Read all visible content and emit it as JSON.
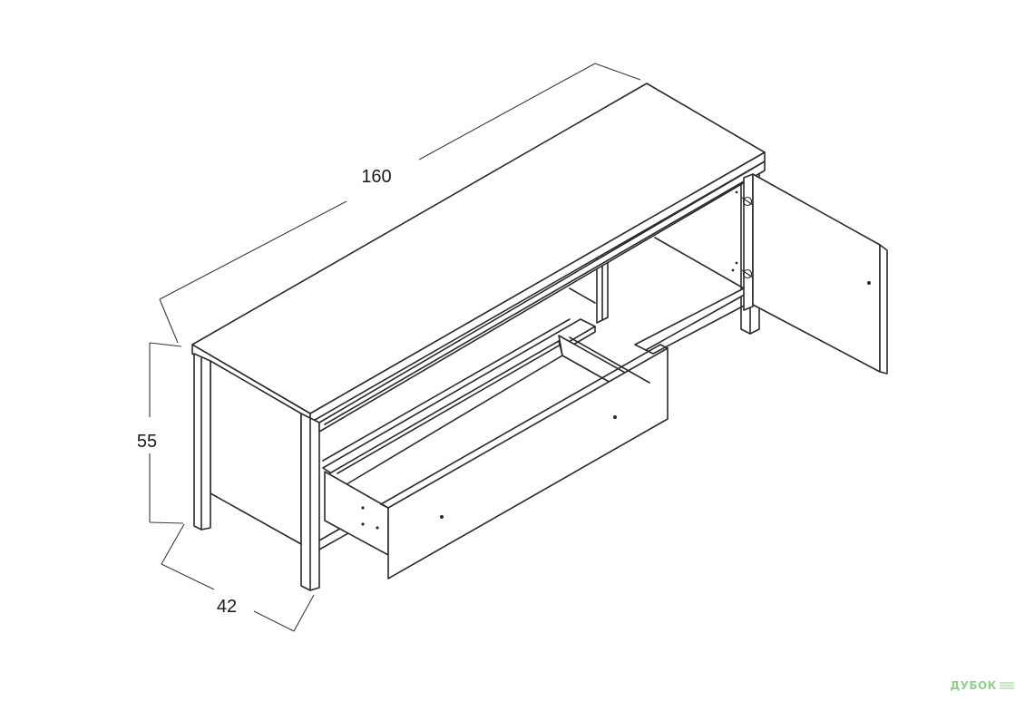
{
  "dimensions": {
    "width": "160",
    "height": "55",
    "depth": "42"
  },
  "watermark": {
    "brand": "ДУБОК"
  }
}
